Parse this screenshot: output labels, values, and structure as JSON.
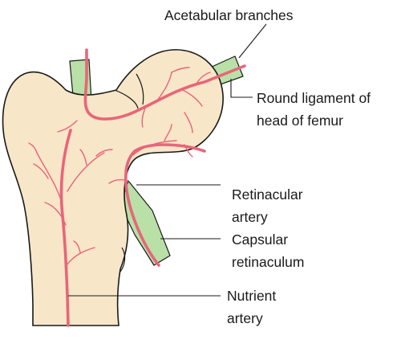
{
  "labels": {
    "acetabular": "Acetabular branches",
    "round_lig_1": "Round ligament of",
    "round_lig_2": "head of femur",
    "retinacular_1": "Retinacular",
    "retinacular_2": "artery",
    "capsular_1": "Capsular",
    "capsular_2": "retinaculum",
    "nutrient_1": "Nutrient",
    "nutrient_2": "artery"
  },
  "colors": {
    "bone": "#f7e6c8",
    "artery": "#e8657a",
    "ligament": "#b9e0a6",
    "outline": "#1a1a1a"
  }
}
